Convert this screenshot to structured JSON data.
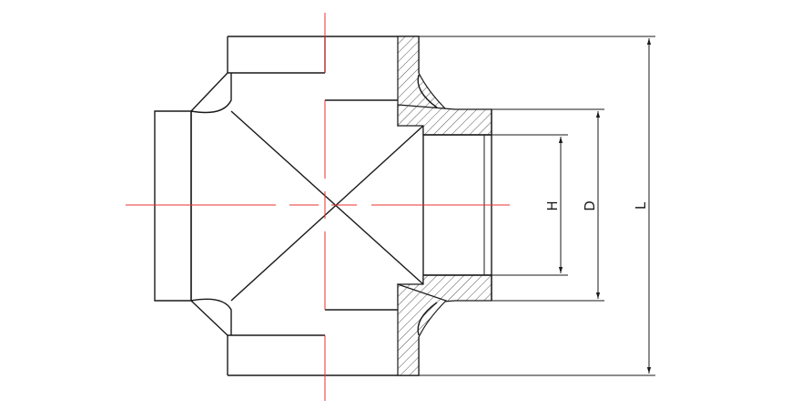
{
  "drawing": {
    "labels": {
      "h": "H",
      "d": "D",
      "l": "L"
    },
    "colors": {
      "outline": "#1a1a1a",
      "centerline": "#e8312f",
      "hatch": "#555555",
      "background": "#ffffff"
    }
  }
}
